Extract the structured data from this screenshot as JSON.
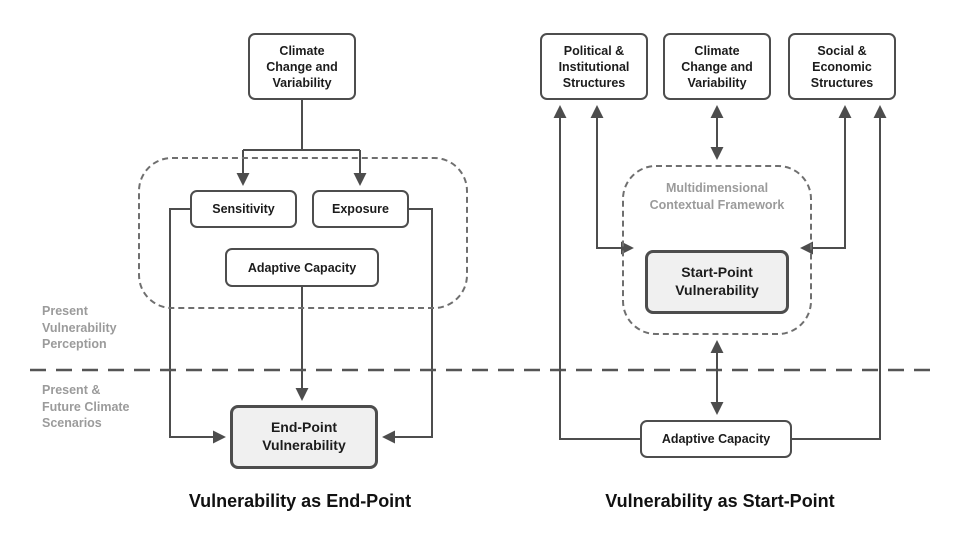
{
  "colors": {
    "line": "#4d4d4d",
    "box_border": "#4d4d4d",
    "highlight_fill": "#f0f0f0",
    "muted_text": "#9b9b9b",
    "divider": "#555555"
  },
  "left_diagram": {
    "caption": "Vulnerability as End-Point",
    "climate_box": "Climate Change and Variability",
    "sensitivity_box": "Sensitivity",
    "exposure_box": "Exposure",
    "adaptive_capacity_box": "Adaptive Capacity",
    "endpoint_box": "End-Point Vulnerability",
    "present_label": "Present Vulnerability Perception",
    "scenarios_label": "Present & Future Climate Scenarios"
  },
  "right_diagram": {
    "caption": "Vulnerability as Start-Point",
    "political_box": "Political & Institutional Structures",
    "climate_box": "Climate Change and Variability",
    "social_box": "Social & Economic Structures",
    "framework_label": "Multidimensional Contextual Framework",
    "startpoint_box": "Start-Point Vulnerability",
    "adaptive_capacity_box": "Adaptive Capacity"
  }
}
